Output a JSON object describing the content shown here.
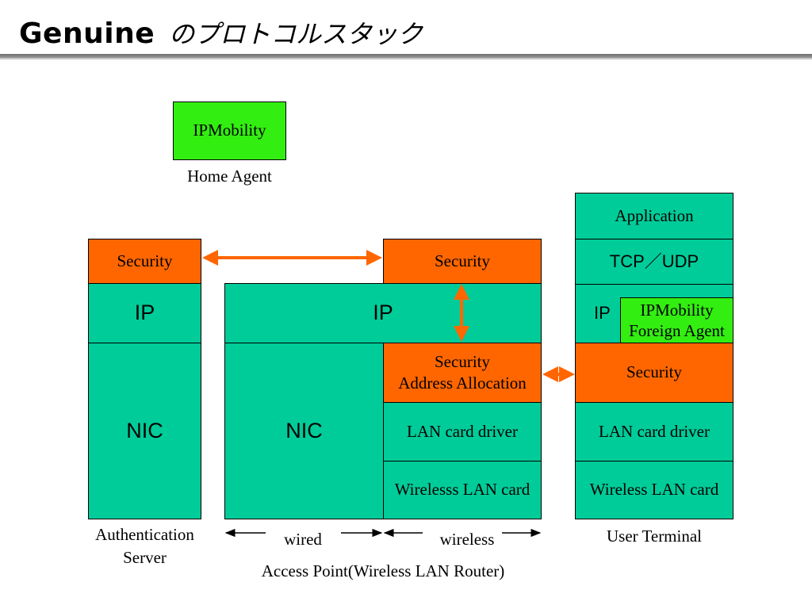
{
  "title": {
    "latin": "Genuine",
    "japanese": "のプロトコルスタック"
  },
  "home_agent": {
    "block": "IPMobility",
    "caption": "Home Agent"
  },
  "auth_server": {
    "security": "Security",
    "ip": "IP",
    "nic": "NIC",
    "caption_line1": "Authentication",
    "caption_line2": "Server"
  },
  "access_point": {
    "security": "Security",
    "ip": "IP",
    "nic": "NIC",
    "security_alloc_line1": "Security",
    "security_alloc_line2": "Address Allocation",
    "lan_driver": "LAN card driver",
    "wireless_card": "Wirelesss LAN card",
    "wired_label": "wired",
    "wireless_label": "wireless",
    "caption": "Access Point(Wireless LAN Router)"
  },
  "user_terminal": {
    "application": "Application",
    "tcp_udp": "TCP／UDP",
    "ip": "IP",
    "ipmobility_line1": "IPMobility",
    "ipmobility_line2": "Foreign Agent",
    "security": "Security",
    "lan_driver": "LAN card driver",
    "wireless_card": "Wireless LAN card",
    "caption": "User Terminal"
  },
  "colors": {
    "teal": "#00cc99",
    "orange": "#ff6600",
    "green": "#33ee11",
    "arrow_orange": "#ff6600",
    "rule_gray": "#808080"
  }
}
